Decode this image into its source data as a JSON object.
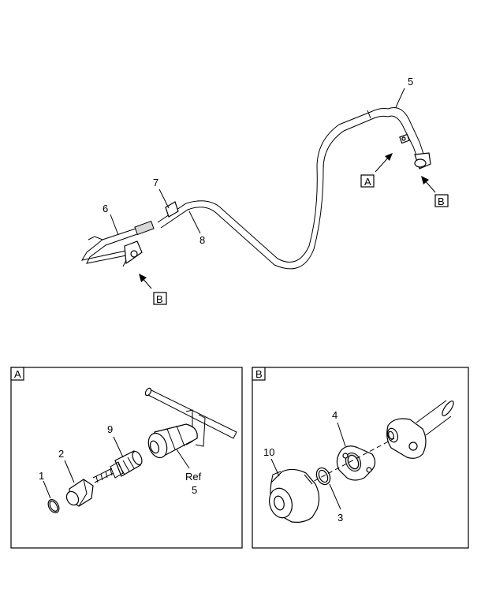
{
  "callouts": {
    "c1": "1",
    "c2": "2",
    "c3": "3",
    "c4": "4",
    "c5": "5",
    "c6": "6",
    "c7": "7",
    "c8": "8",
    "c9": "9",
    "c10": "10",
    "ref": "Ref",
    "ref_num": "5"
  },
  "view_tags": {
    "a_main": "A",
    "b_right": "B",
    "b_left": "B",
    "detail_a": "A",
    "detail_b": "B"
  }
}
